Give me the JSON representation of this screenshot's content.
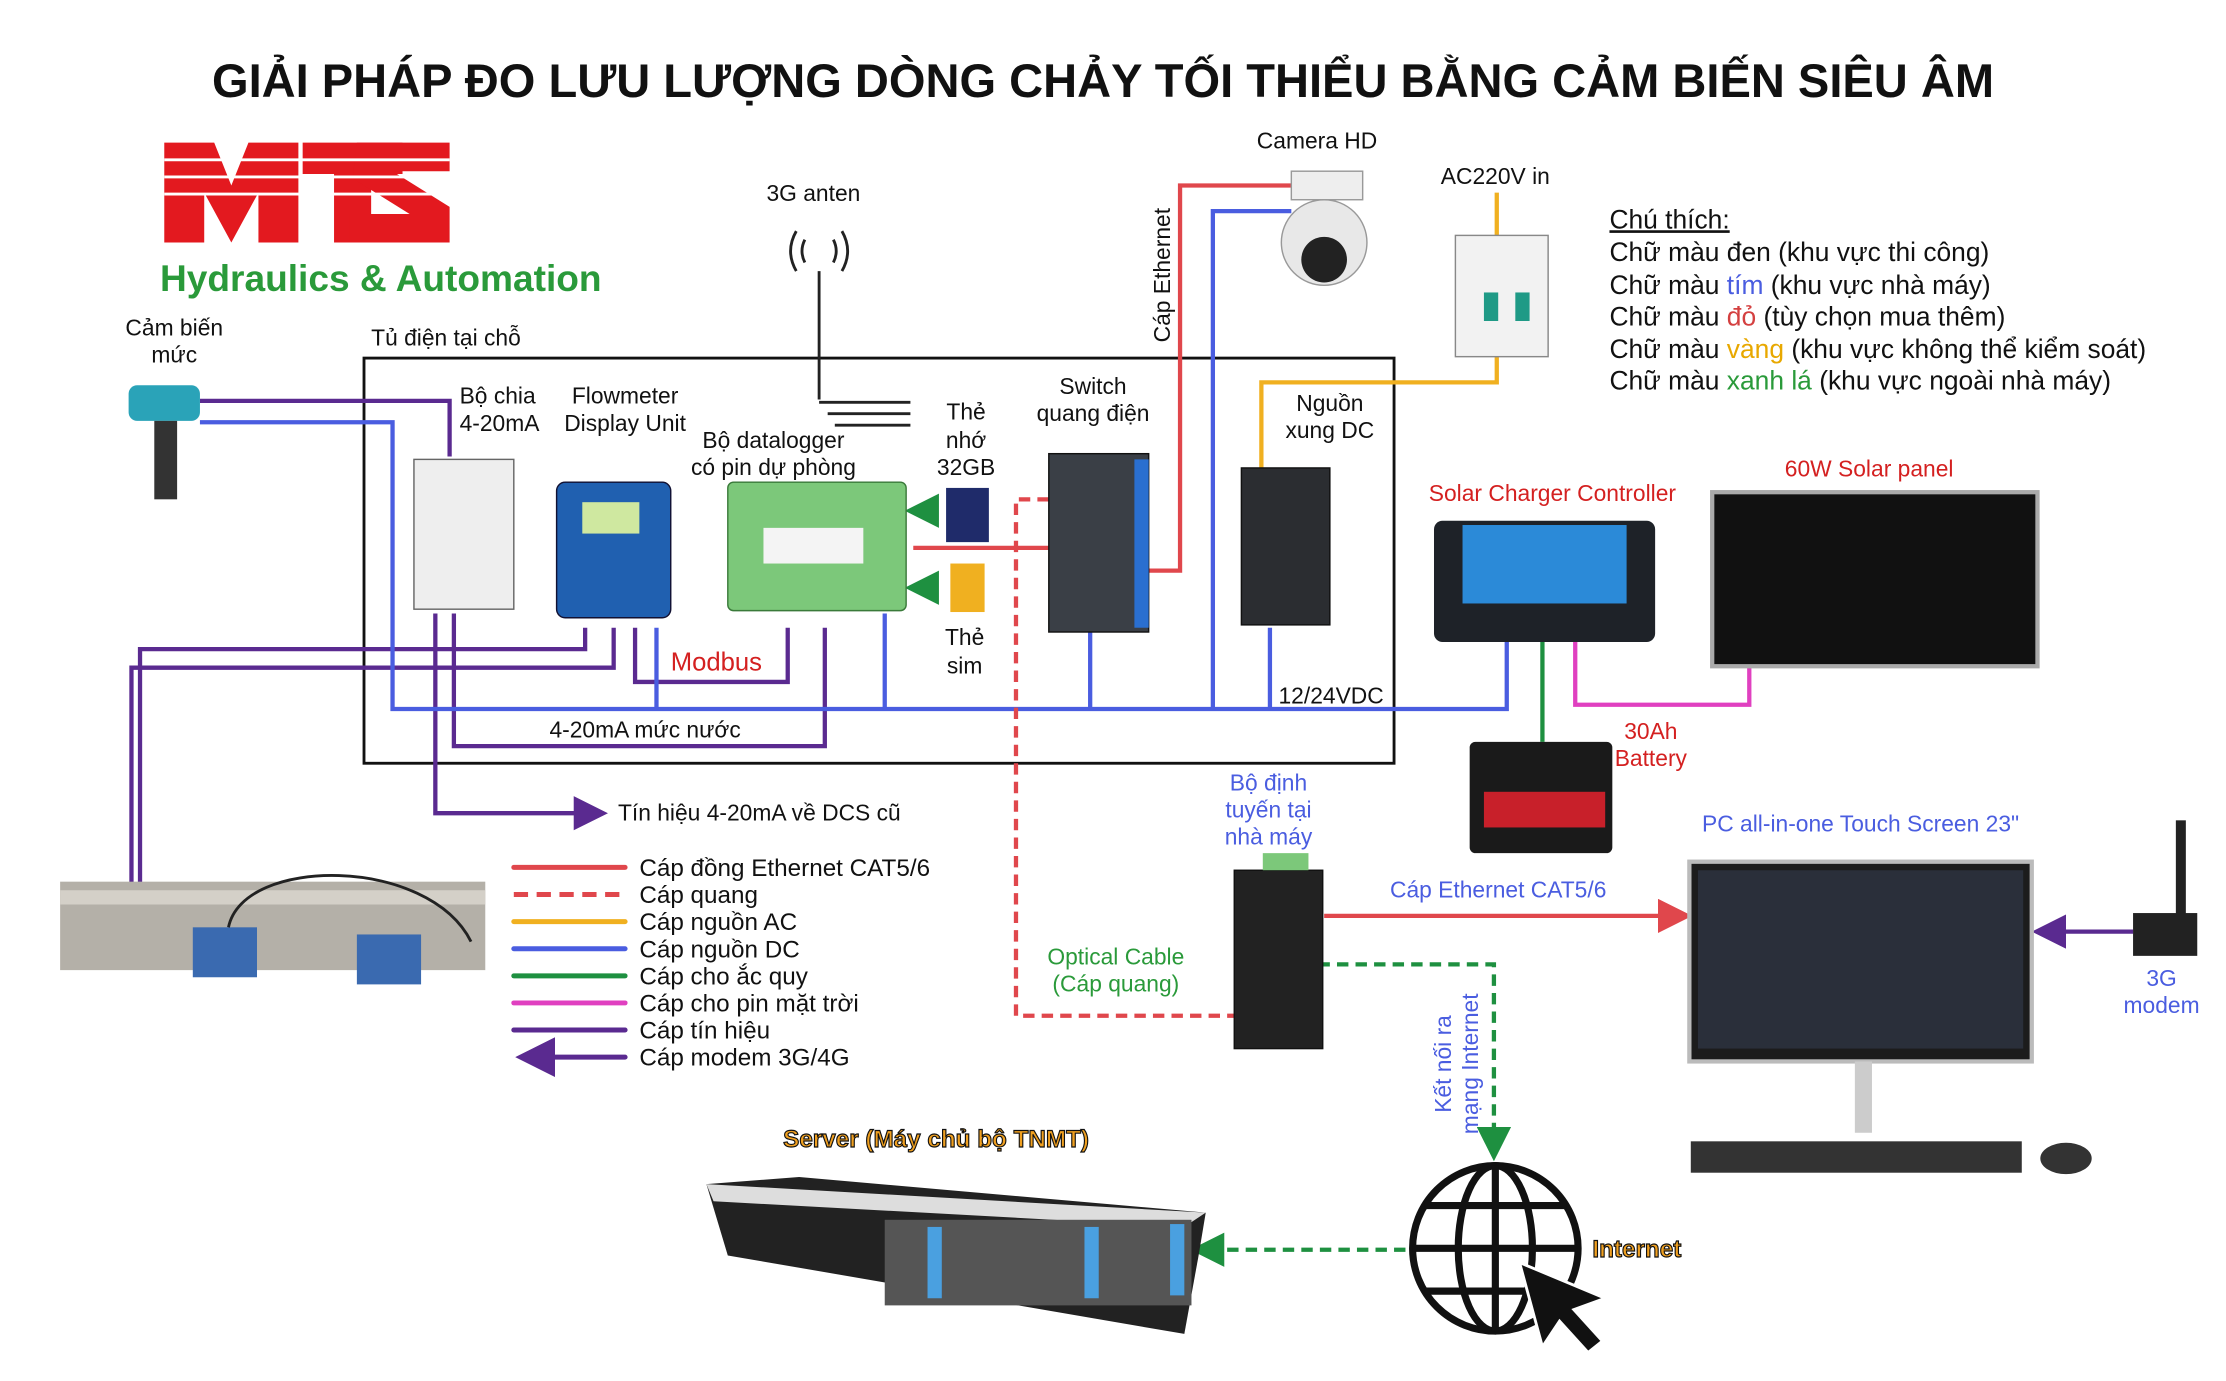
{
  "title": "GIẢI PHÁP ĐO LƯU LƯỢNG DÒNG CHẢY TỐI THIỂU BẰNG CẢM BIẾN SIÊU ÂM",
  "logo": {
    "text": "MTS",
    "tagline": "Hydraulics & Automation"
  },
  "colors": {
    "ethernet": "#e0474c",
    "fiber": "#e0474c",
    "ac": "#f0b020",
    "dc": "#4a5de0",
    "battery": "#1e9040",
    "solar": "#e040c0",
    "signal": "#5a2a90",
    "modem": "#5a2a90",
    "text_black": "#111111",
    "text_purple": "#4a5de0",
    "text_red": "#d42020",
    "text_yellow": "#e8a800",
    "text_green": "#2a9a3a"
  },
  "labels": {
    "level_sensor": [
      "Cảm biến",
      "mức"
    ],
    "cabinet": "Tủ điện tại chỗ",
    "splitter": [
      "Bộ chia",
      "4-20mA"
    ],
    "flowmeter": [
      "Flowmeter",
      "Display Unit"
    ],
    "datalogger": [
      "Bộ datalogger",
      "có pin dự phòng"
    ],
    "antenna": "3G anten",
    "memory": [
      "Thẻ",
      "nhớ",
      "32GB"
    ],
    "sim": [
      "Thẻ",
      "sim"
    ],
    "switch": [
      "Switch",
      "quang điện"
    ],
    "camera": "Camera HD",
    "ethernet_vertical": "Cáp Ethernet",
    "ac_in": "AC220V in",
    "psu": [
      "Nguồn",
      "xung DC"
    ],
    "modbus": "Modbus",
    "dc_voltage": "12/24VDC",
    "water_level": "4-20mA mức nước",
    "dcs_signal": "Tín hiệu 4-20mA về DCS cũ",
    "solar_controller": "Solar Charger Controller",
    "solar_panel": "60W Solar panel",
    "battery": [
      "30Ah",
      "Battery"
    ],
    "router": [
      "Bộ định",
      "tuyến tại",
      "nhà máy"
    ],
    "pc": "PC all-in-one Touch Screen 23\"",
    "ethernet_cat": "Cáp Ethernet CAT5/6",
    "optical": [
      "Optical Cable",
      "(Cáp quang)"
    ],
    "modem": [
      "3G",
      "modem"
    ],
    "internet_link": [
      "Kết nối ra",
      "mạng Internet"
    ],
    "server": "Server (Máy chủ bộ TNMT)",
    "internet": "Internet"
  },
  "notes": {
    "heading": "Chú thích:",
    "items": [
      {
        "prefix": "Chữ màu ",
        "word": "đen",
        "suffix": " (khu vực thi công)"
      },
      {
        "prefix": "Chữ màu ",
        "word": "tím",
        "suffix": " (khu vực nhà máy)"
      },
      {
        "prefix": "Chữ màu ",
        "word": "đỏ",
        "suffix": " (tùy chọn mua thêm)"
      },
      {
        "prefix": "Chữ màu ",
        "word": "vàng",
        "suffix": " (khu vực không thể kiểm soát)"
      },
      {
        "prefix": "Chữ màu ",
        "word": "xanh lá",
        "suffix": " (khu vực ngoài nhà máy)"
      }
    ]
  },
  "legend": [
    "Cáp đồng Ethernet CAT5/6",
    "Cáp quang",
    "Cáp nguồn AC",
    "Cáp nguồn DC",
    "Cáp cho ắc quy",
    "Cáp cho pin mặt trời",
    "Cáp tín hiệu",
    "Cáp modem 3G/4G"
  ]
}
